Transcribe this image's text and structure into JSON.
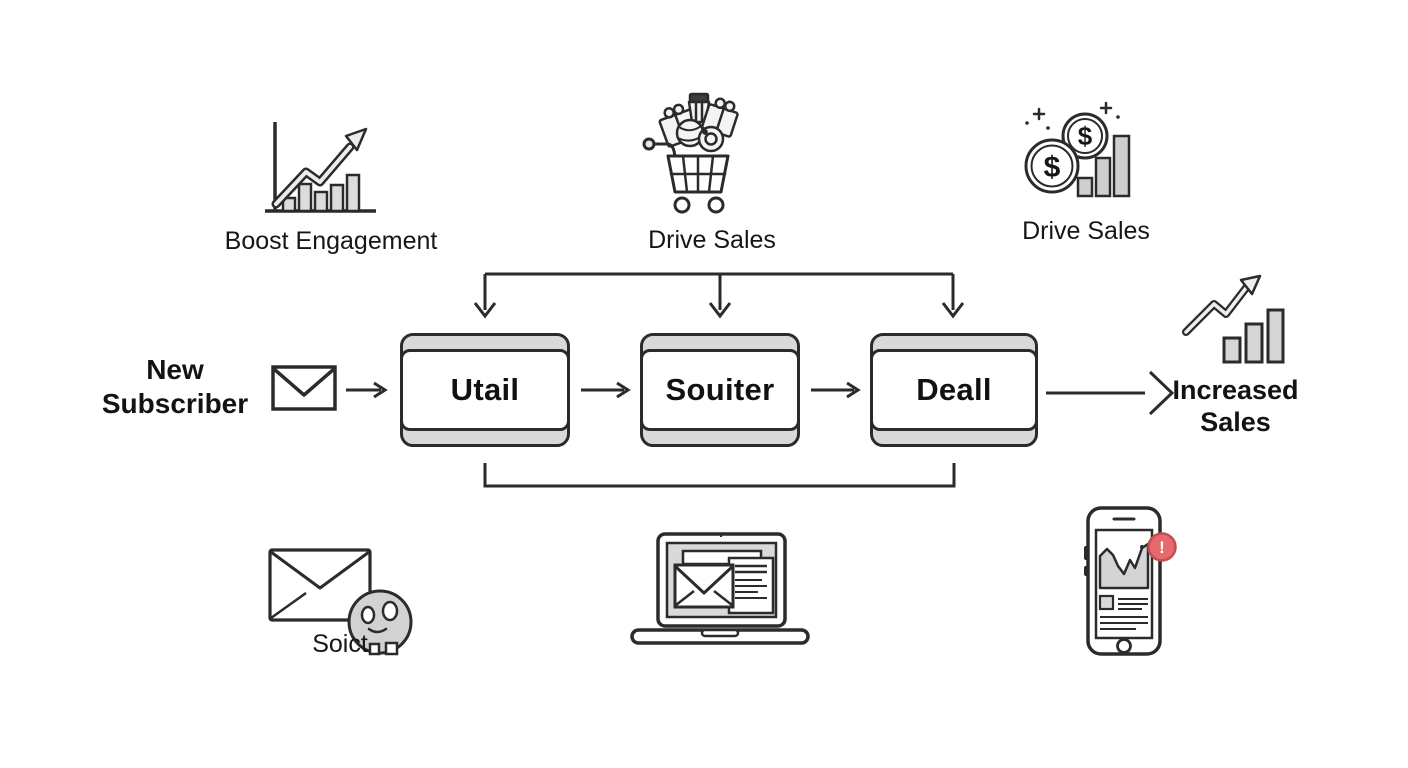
{
  "top_row": [
    {
      "label": "Boost Engagement"
    },
    {
      "label": "Drive Sales"
    },
    {
      "label": "Drive Sales"
    }
  ],
  "flow": {
    "start_label": "New Subscriber",
    "steps": [
      {
        "label": "Utail"
      },
      {
        "label": "Souiter"
      },
      {
        "label": "Deall"
      }
    ],
    "end_label": "Increased Sales"
  },
  "bottom_row": {
    "email_label": "Soict",
    "phone_badge": "!"
  },
  "icons": {
    "coin_large_symbol": "$",
    "coin_small_symbol": "$"
  },
  "colors": {
    "line": "#2b2b2b",
    "box_trim_gray": "#d9d9d9",
    "icon_fill_gray": "#d4d4d4",
    "badge_red": "#e8696d",
    "badge_border": "#bf4e55",
    "text": "#141414",
    "background": "#ffffff"
  }
}
